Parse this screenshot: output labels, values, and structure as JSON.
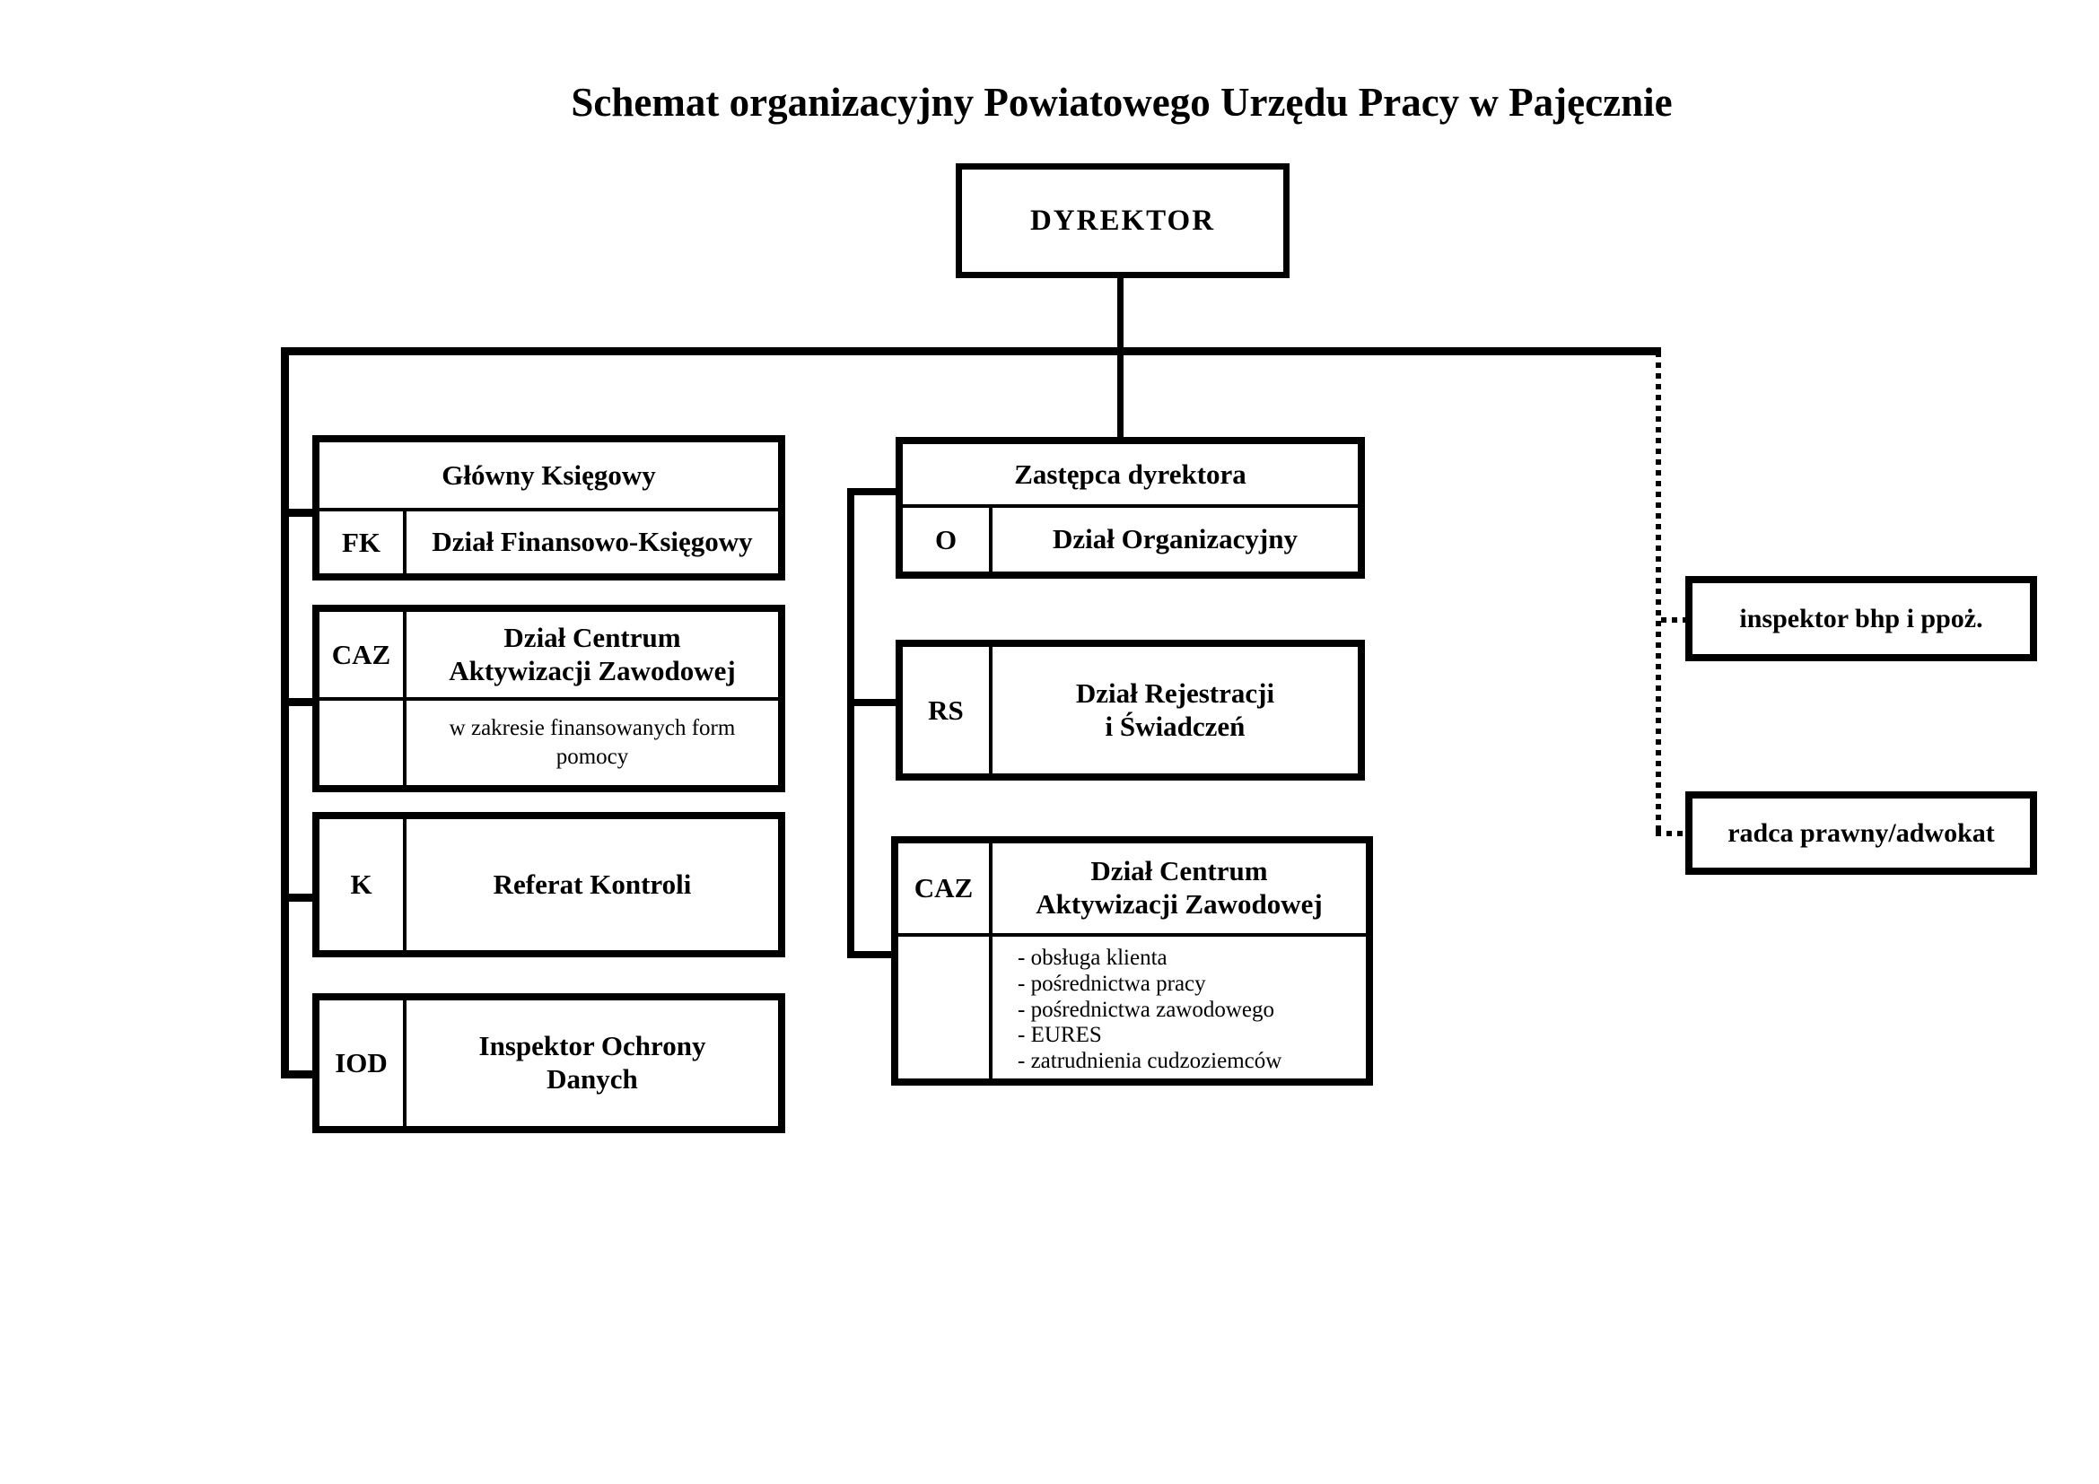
{
  "title": "Schemat organizacyjny Powiatowego Urzędu Pracy w Pajęcznie",
  "colors": {
    "background": "#ffffff",
    "line": "#000000",
    "text": "#000000"
  },
  "director": {
    "label": "DYREKTOR"
  },
  "left_boxes": [
    {
      "header": "Główny Księgowy",
      "code": "FK",
      "label": "Dział Finansowo-Księgowy"
    },
    {
      "code": "CAZ",
      "label": "Dział Centrum\nAktywizacji Zawodowej",
      "note": "w zakresie finansowanych form\npomocy"
    },
    {
      "code": "K",
      "label": "Referat Kontroli"
    },
    {
      "code": "IOD",
      "label": "Inspektor Ochrony\nDanych"
    }
  ],
  "middle_boxes": [
    {
      "header": "Zastępca dyrektora",
      "code": "O",
      "label": "Dział Organizacyjny"
    },
    {
      "code": "RS",
      "label": "Dział Rejestracji\ni Świadczeń"
    },
    {
      "code": "CAZ",
      "label": "Dział Centrum\nAktywizacji Zawodowej",
      "items": [
        "- obsługa klienta",
        "- pośrednictwa pracy",
        "- pośrednictwa zawodowego",
        "- EURES",
        "- zatrudnienia cudzoziemców"
      ]
    }
  ],
  "right_boxes": [
    {
      "label": "inspektor bhp i ppoż."
    },
    {
      "label": "radca prawny/adwokat"
    }
  ]
}
